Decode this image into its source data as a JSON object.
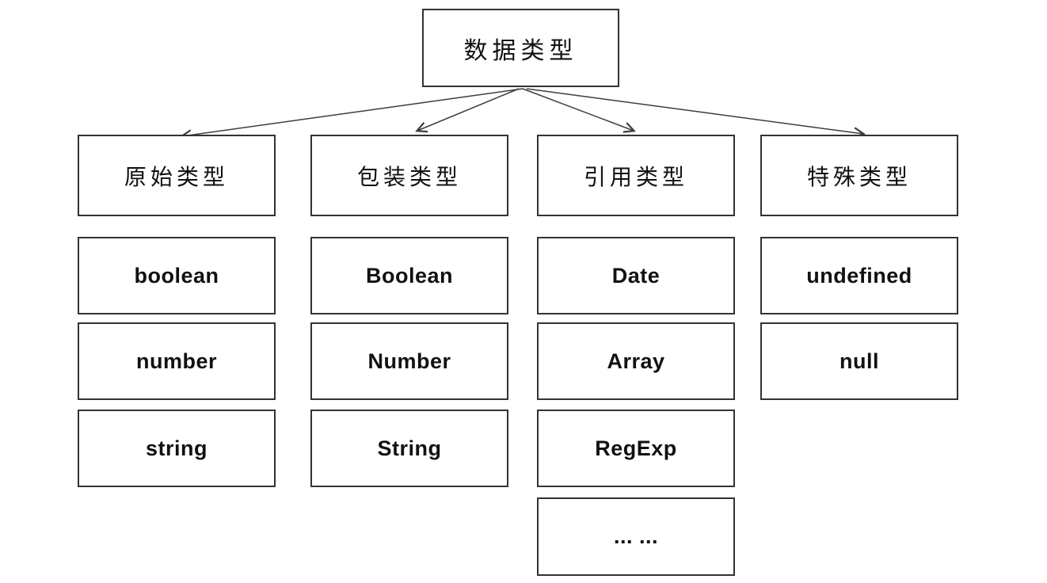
{
  "diagram": {
    "root": {
      "label": "数据类型"
    },
    "columns": [
      {
        "id": "primitive",
        "header": "原始类型",
        "items": [
          "boolean",
          "number",
          "string"
        ]
      },
      {
        "id": "wrapper",
        "header": "包装类型",
        "items": [
          "Boolean",
          "Number",
          "String"
        ]
      },
      {
        "id": "reference",
        "header": "引用类型",
        "items": [
          "Date",
          "Array",
          "RegExp",
          "... ..."
        ]
      },
      {
        "id": "special",
        "header": "特殊类型",
        "items": [
          "undefined",
          "null"
        ]
      }
    ],
    "colors": {
      "background": "#ffffff",
      "border": "#333333",
      "arrow": "#3d3d3d",
      "text": "#111111"
    }
  }
}
